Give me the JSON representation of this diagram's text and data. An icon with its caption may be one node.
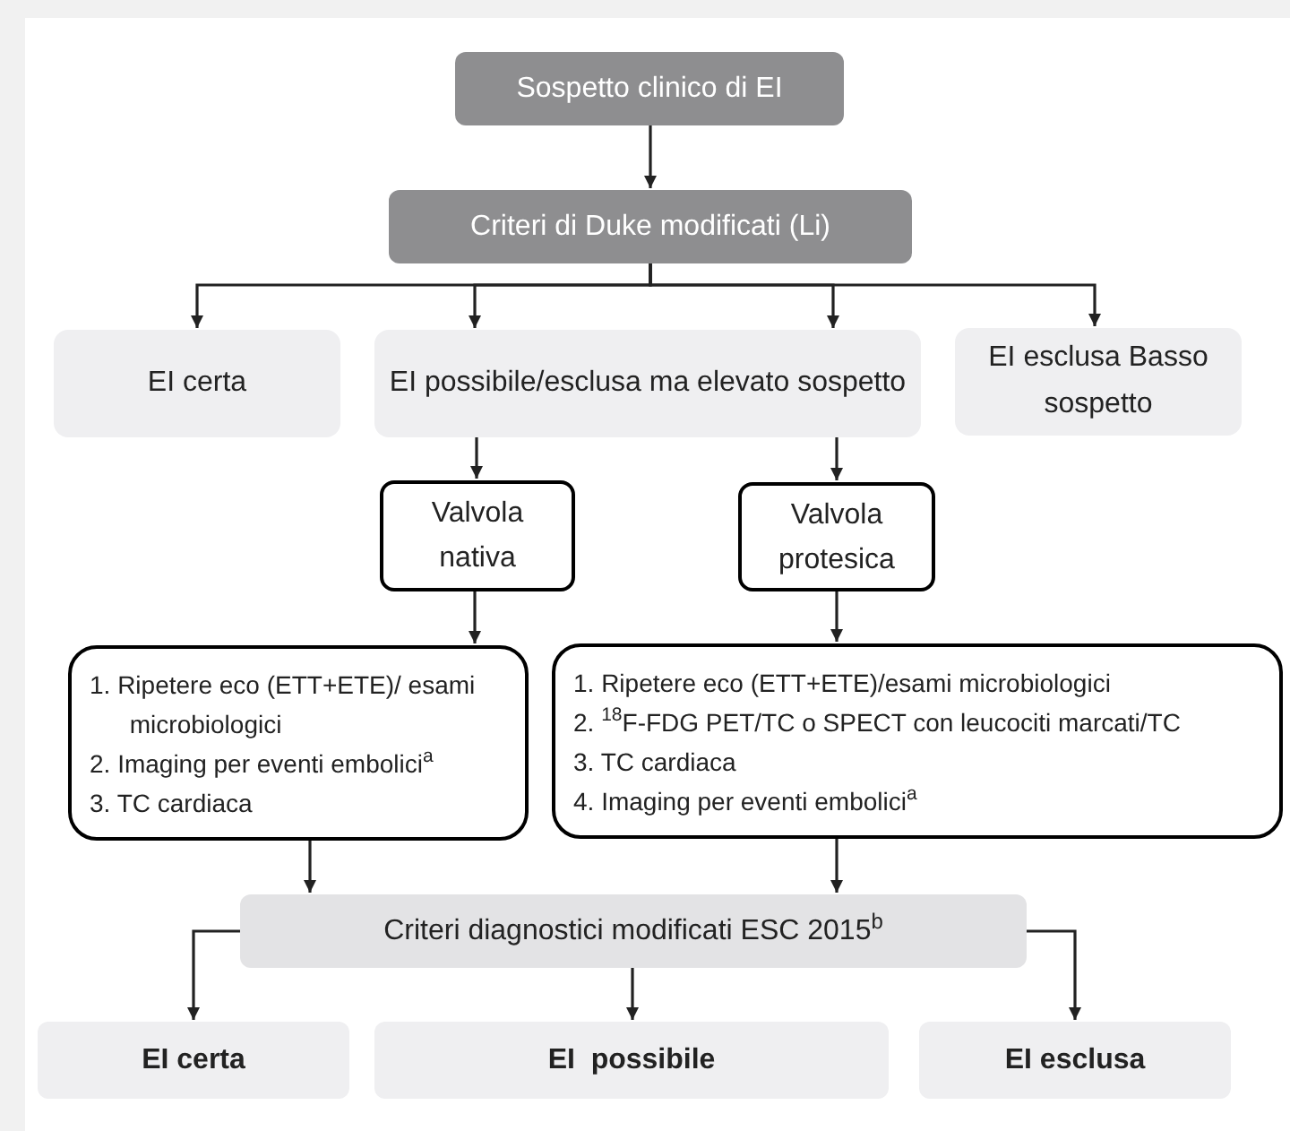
{
  "diagram": {
    "nodes": [
      {
        "text": [
          "Sospetto clinico di EI"
        ]
      },
      {
        "text": [
          "Criteri di Duke modificati (Li)"
        ]
      },
      {
        "text": [
          "EI certa"
        ]
      },
      {
        "text": [
          "EI possibile/esclusa ma elevato sospetto"
        ]
      },
      {
        "text": [
          "EI esclusa Basso sospetto"
        ]
      },
      {
        "text": [
          "Valvola nativa"
        ]
      },
      {
        "text": [
          "Valvola protesica"
        ]
      },
      {
        "text": [
          "1. Ripetere eco (ETT+ETE)/ esami microbiologici",
          "2. Imaging per eventi embolici$^{a}$",
          "3. TC cardiaca"
        ]
      },
      {
        "text": [
          "1. Ripetere eco (ETT+ETE)/esami microbiologici",
          "2. $^{18}$F-FDG PET/TC o SPECT con leucociti marcati/TC",
          "3. TC cardiaca",
          "4. Imaging per eventi embolici$^{a}$"
        ]
      },
      {
        "text": [
          "Criteri diagnostici modificati ESC 2015$^{b}$"
        ]
      },
      {
        "text": [
          "EI certa"
        ]
      },
      {
        "text": [
          "EI  possibile"
        ]
      },
      {
        "text": [
          "EI esclusa"
        ]
      }
    ],
    "edges": [
      {
        "from": 0,
        "to": 1,
        "arrow": "to"
      },
      {
        "from": 1,
        "to": 2,
        "arrow": "to"
      },
      {
        "from": 1,
        "to": 3,
        "arrow": "to"
      },
      {
        "from": 1,
        "to": 3,
        "arrow": "to"
      },
      {
        "from": 1,
        "to": 4,
        "arrow": "to"
      },
      {
        "from": 3,
        "to": 5,
        "arrow": "to"
      },
      {
        "from": 3,
        "to": 6,
        "arrow": "to"
      },
      {
        "from": 5,
        "to": 7,
        "arrow": "to"
      },
      {
        "from": 6,
        "to": 8,
        "arrow": "to"
      },
      {
        "from": 7,
        "to": 9,
        "arrow": "to"
      },
      {
        "from": 8,
        "to": 9,
        "arrow": "to"
      },
      {
        "from": 9,
        "to": 10,
        "arrow": "to"
      },
      {
        "from": 9,
        "to": 11,
        "arrow": "to"
      },
      {
        "from": 9,
        "to": 12,
        "arrow": "to"
      }
    ]
  }
}
